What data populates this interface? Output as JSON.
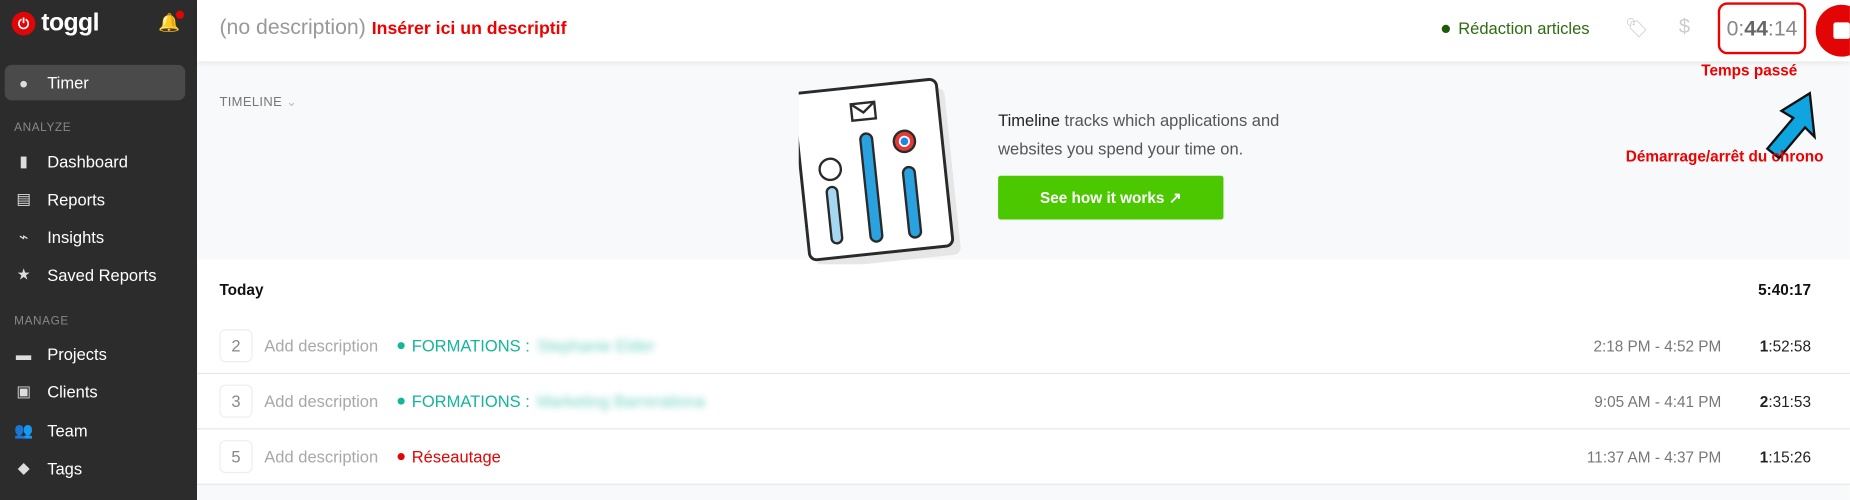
{
  "sidebar": {
    "logo": "toggl",
    "timer": "Timer",
    "analyze_label": "ANALYZE",
    "analyze": [
      "Dashboard",
      "Reports",
      "Insights",
      "Saved Reports"
    ],
    "manage_label": "MANAGE",
    "manage": [
      "Projects",
      "Clients",
      "Team",
      "Tags"
    ]
  },
  "header": {
    "description_placeholder": "(no description)",
    "annotation": "Insérer ici un descriptif",
    "project": "Rédaction articles",
    "project_color": "#1f5a09",
    "timer": {
      "h": "0:",
      "m": "44",
      "s": ":14"
    }
  },
  "annotations": {
    "time_spent": "Temps passé",
    "start_stop": "Démarrage/arrêt du chrono"
  },
  "timeline": {
    "label": "TIMELINE",
    "text_strong": "Timeline",
    "text_rest": " tracks which applications and websites you spend your time on.",
    "button": "See how it works ↗"
  },
  "day": {
    "label": "Today",
    "total": "5:40:17",
    "entries": [
      {
        "count": "2",
        "description": "Add description",
        "project": "FORMATIONS :",
        "client": "Stephanie Elder",
        "color": "#13b59b",
        "range": "2:18 PM - 4:52 PM",
        "dur_h": "1",
        "dur_rest": ":52:58"
      },
      {
        "count": "3",
        "description": "Add description",
        "project": "FORMATIONS :",
        "client": "Marketing Barrerationa",
        "color": "#13b59b",
        "range": "9:05 AM - 4:41 PM",
        "dur_h": "2",
        "dur_rest": ":31:53"
      },
      {
        "count": "5",
        "description": "Add description",
        "project": "Réseautage",
        "client": "",
        "color": "#e20505",
        "range": "11:37 AM - 4:37 PM",
        "dur_h": "1",
        "dur_rest": ":15:26"
      }
    ]
  }
}
